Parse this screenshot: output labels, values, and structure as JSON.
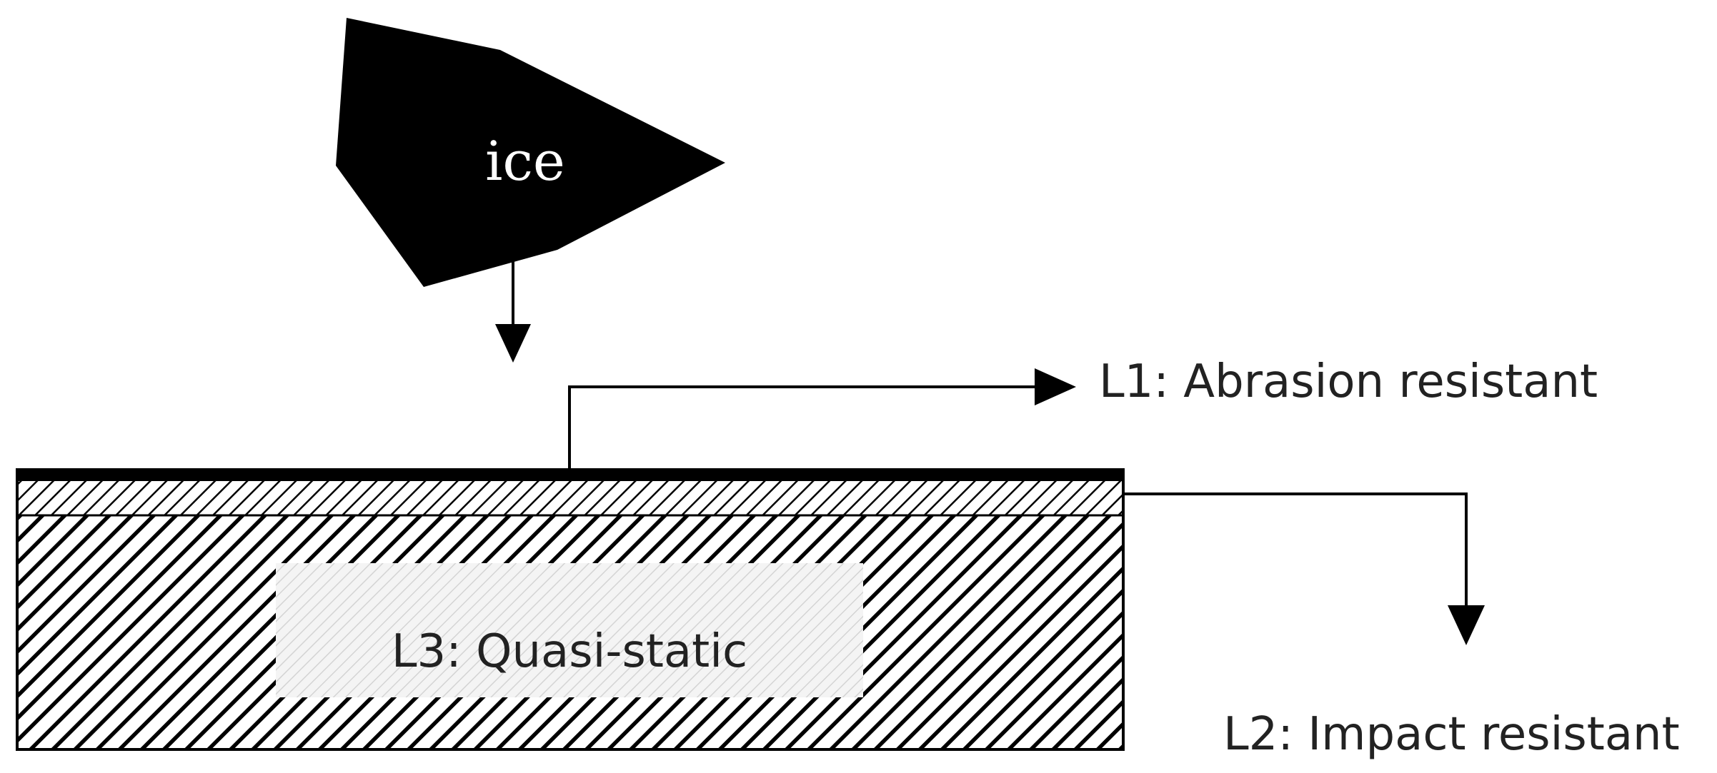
{
  "diagram": {
    "ice_label": "ice",
    "layers": {
      "l1_label": "L1: Abrasion resistant",
      "l2_label": "L2: Impact resistant",
      "l3_label": "L3: Quasi-static"
    },
    "colors": {
      "ink": "#000000",
      "background": "#ffffff",
      "l3_fill": "#f4f4f4",
      "l3_hatch": "#d4d4d4"
    }
  }
}
